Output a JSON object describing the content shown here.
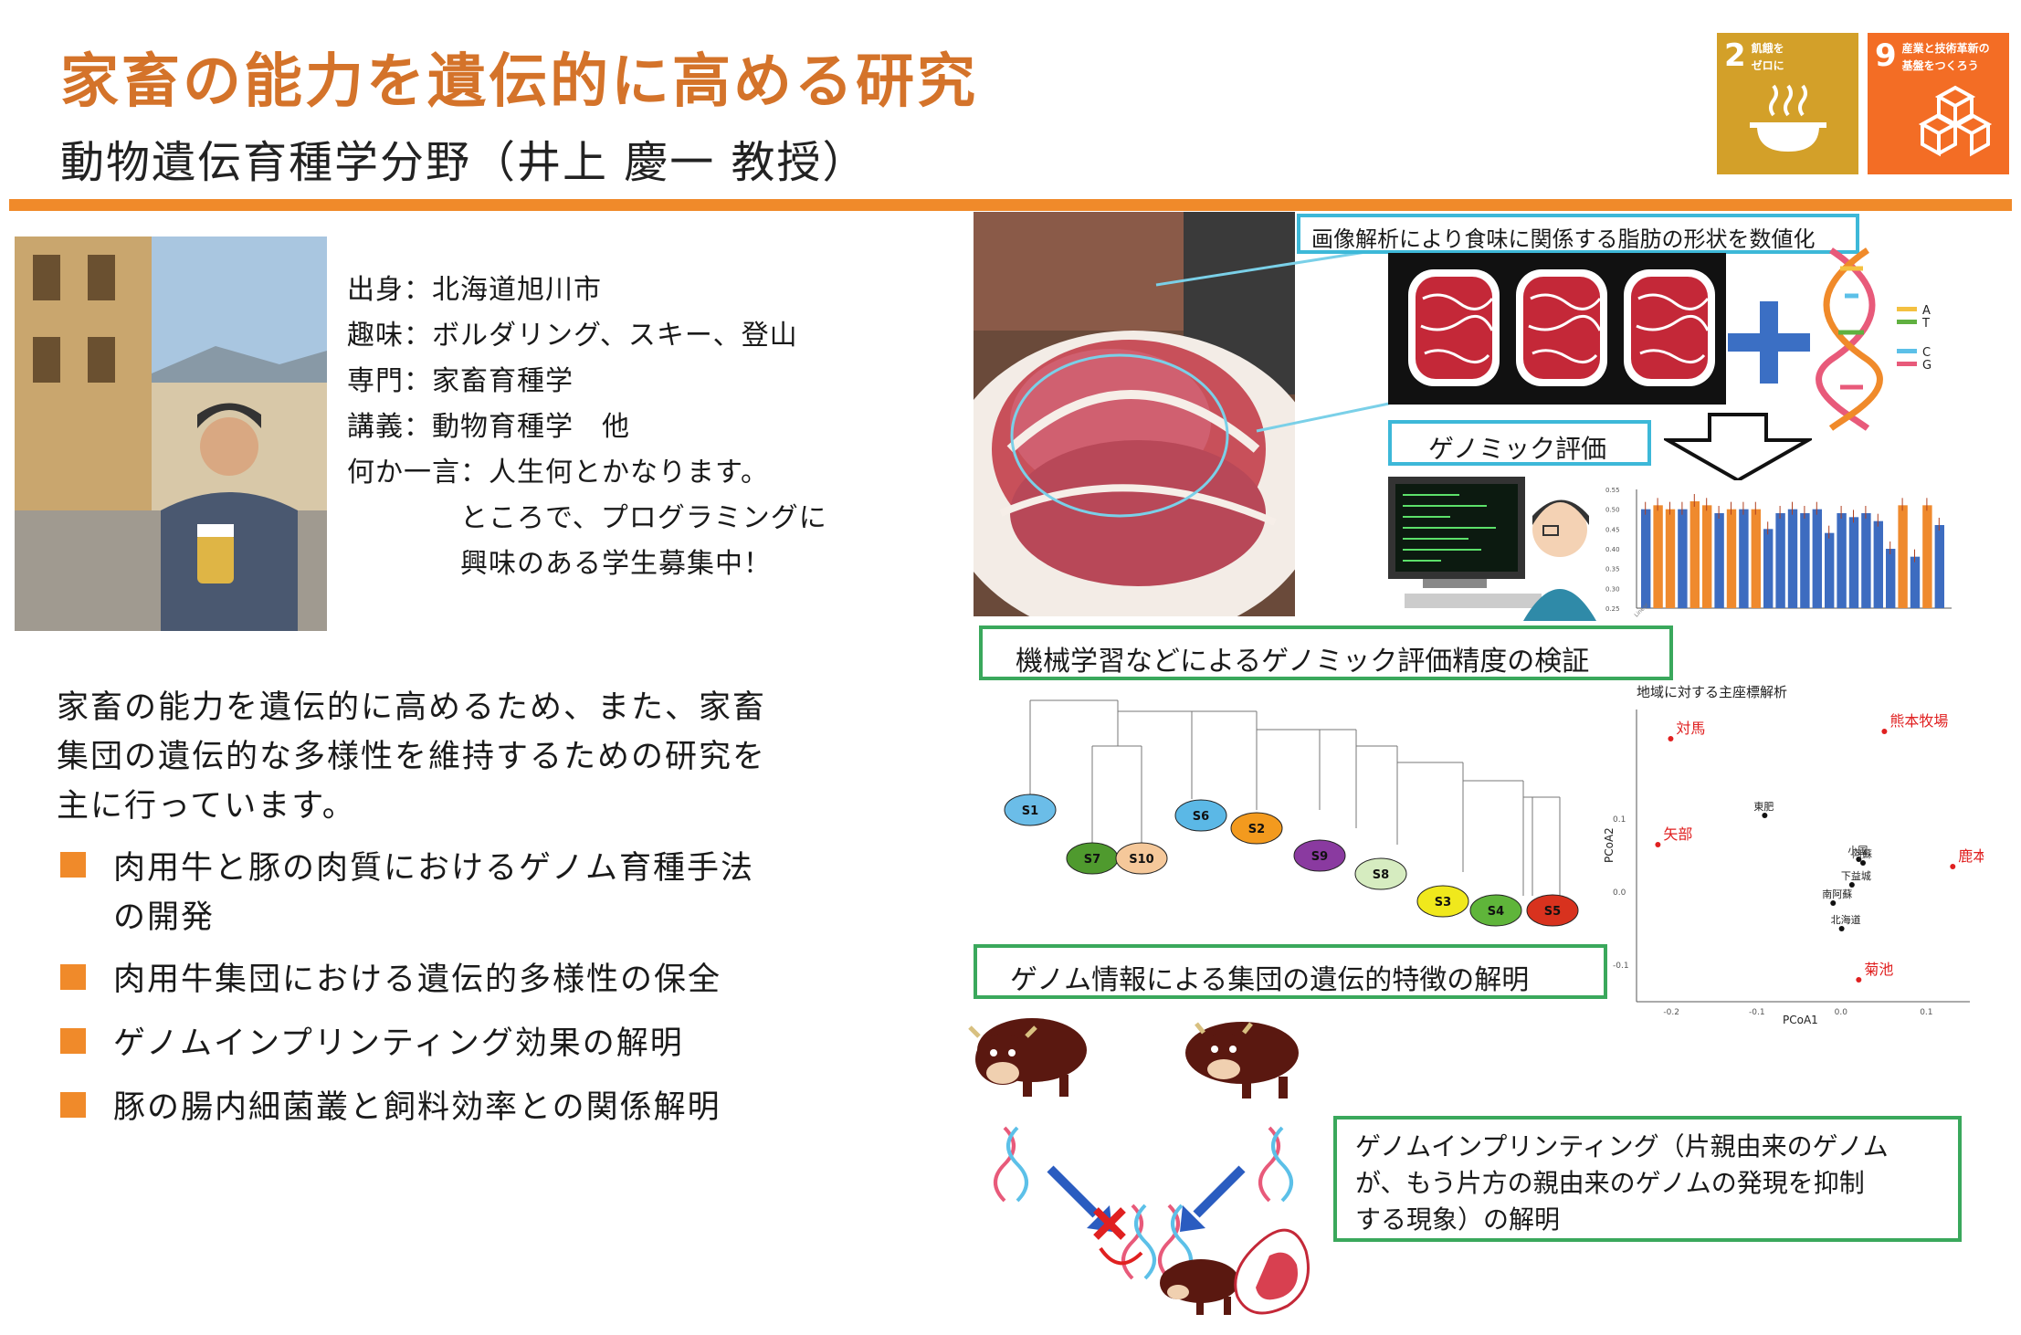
{
  "header": {
    "title": "家畜の能力を遺伝的に高める研究",
    "subtitle": "動物遺伝育種学分野（井上 慶一 教授）"
  },
  "sdg": [
    {
      "num": "2",
      "text": "飢餓を\nゼロに",
      "color": "#d3a029"
    },
    {
      "num": "9",
      "text": "産業と技術革新の\n基盤をつくろう",
      "color": "#f36d25"
    }
  ],
  "profile": [
    "出身：北海道旭川市",
    "趣味：ボルダリング、スキー、登山",
    "専門：家畜育種学",
    "講義：動物育種学　他",
    "何か一言：人生何とかなります。",
    "　　　　ところで、プログラミングに",
    "　　　　興味のある学生募集中！"
  ],
  "intro": [
    "家畜の能力を遺伝的に高めるため、また、家畜",
    "集団の遺伝的な多様性を維持するための研究を",
    "主に行っています。"
  ],
  "bullets": [
    {
      "lines": [
        "肉用牛と豚の肉質におけるゲノム育種手法",
        "の開発"
      ]
    },
    {
      "lines": [
        "肉用牛集団における遺伝的多様性の保全"
      ]
    },
    {
      "lines": [
        "ゲノムインプリンティング効果の解明"
      ]
    },
    {
      "lines": [
        "豚の腸内細菌叢と飼料効率との関係解明"
      ]
    }
  ],
  "captions": {
    "image_analysis": "画像解析により食味に関係する脂肪の形状を数値化",
    "genomic_eval": "ゲノミック評価",
    "ml_check": "機械学習などによるゲノミック評価精度の検証",
    "population": "ゲノム情報による集団の遺伝的特徴の解明",
    "imprinting": [
      "ゲノムインプリンティング（片親由来のゲノム",
      "が、もう片方の親由来のゲノムの発現を抑制",
      "する現象）の解明"
    ]
  },
  "dna_letters": [
    "A",
    "T",
    "C",
    "G"
  ],
  "dendrogram": {
    "leaves": [
      "S1",
      "S7",
      "S10",
      "S6",
      "S2",
      "S9",
      "S8",
      "S3",
      "S4",
      "S5"
    ],
    "leaf_colors": [
      "#6bbde8",
      "#4f9a2e",
      "#f5c89a",
      "#5bb8e6",
      "#f39a1e",
      "#8a3aa0",
      "#d6ecc0",
      "#f0e81c",
      "#5fb53a",
      "#d8321e"
    ]
  },
  "pcoa": {
    "title": "地域に対する主座標解析",
    "xlabel": "PCoA1",
    "ylabel": "PCoA2",
    "xticks": [
      "-0.2",
      "-0.1",
      "0.0",
      "0.1"
    ],
    "yticks": [
      "0.1",
      "0.0",
      "-0.1"
    ],
    "points": [
      {
        "label": "対馬",
        "x": -0.2,
        "y": 0.21,
        "red": true
      },
      {
        "label": "熊本牧場",
        "x": 0.05,
        "y": 0.22,
        "red": true
      },
      {
        "label": "東肥",
        "x": -0.09,
        "y": 0.105,
        "red": false
      },
      {
        "label": "矢部",
        "x": -0.215,
        "y": 0.065,
        "red": true
      },
      {
        "label": "小国",
        "x": 0.02,
        "y": 0.045,
        "red": false
      },
      {
        "label": "阿蘇",
        "x": 0.025,
        "y": 0.04,
        "red": false
      },
      {
        "label": "鹿本",
        "x": 0.13,
        "y": 0.035,
        "red": true
      },
      {
        "label": "下益城",
        "x": 0.012,
        "y": 0.01,
        "red": false
      },
      {
        "label": "南阿蘇",
        "x": -0.01,
        "y": -0.015,
        "red": false
      },
      {
        "label": "北海道",
        "x": 0.0,
        "y": -0.05,
        "red": false
      },
      {
        "label": "菊池",
        "x": 0.02,
        "y": -0.12,
        "red": true
      }
    ]
  },
  "bars": {
    "values": [
      0.5,
      0.51,
      0.5,
      0.5,
      0.52,
      0.51,
      0.49,
      0.5,
      0.5,
      0.5,
      0.45,
      0.49,
      0.5,
      0.49,
      0.5,
      0.44,
      0.49,
      0.48,
      0.49,
      0.47,
      0.4,
      0.51,
      0.38,
      0.51,
      0.46
    ],
    "orange": [
      false,
      true,
      true,
      false,
      true,
      true,
      false,
      true,
      false,
      true,
      false,
      false,
      false,
      false,
      false,
      false,
      false,
      false,
      false,
      false,
      false,
      true,
      false,
      true,
      false
    ],
    "ymax": 0.55,
    "yticks": [
      "0.55",
      "0.50",
      "0.45",
      "0.40",
      "0.35",
      "0.30",
      "0.25"
    ]
  },
  "colors": {
    "accent": "#f08a2a",
    "title": "#d4732a",
    "caption_blue": "#3db8d8",
    "caption_green": "#3aa85c",
    "bar_blue": "#3d6cc0",
    "bar_orange": "#ef8a2e"
  }
}
